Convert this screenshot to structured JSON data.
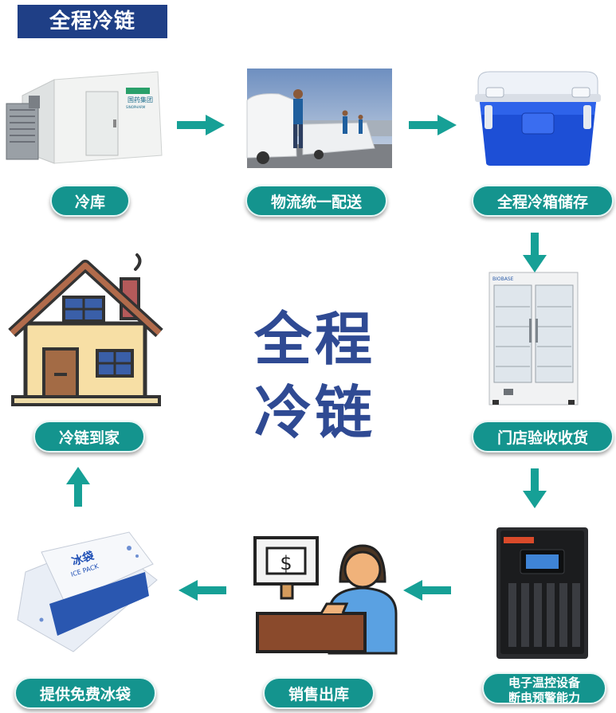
{
  "header": {
    "title": "全程冷链"
  },
  "center": {
    "line1": "全程",
    "line2": "冷链"
  },
  "steps": [
    {
      "label": "冷库"
    },
    {
      "label": "物流统一配送"
    },
    {
      "label": "全程冷箱储存"
    },
    {
      "label": "门店验收收货"
    },
    {
      "label": "电子温控设备",
      "label2": "断电预警能力"
    },
    {
      "label": "销售出库"
    },
    {
      "label": "提供免费冰袋"
    },
    {
      "label": "冷链到家"
    }
  ],
  "images": {
    "coldroom_logo": "国药集团",
    "coldroom_logo_en": "SINOPHARM",
    "fridge_brand": "BIOBASE",
    "icepack_title": "冰袋",
    "icepack_sub": "ICE PACK",
    "cashier_sign": "$"
  },
  "colors": {
    "accent": "#14948e",
    "header": "#1f3f86",
    "center_text": "#2f4a93",
    "arrow": "#16a096"
  }
}
